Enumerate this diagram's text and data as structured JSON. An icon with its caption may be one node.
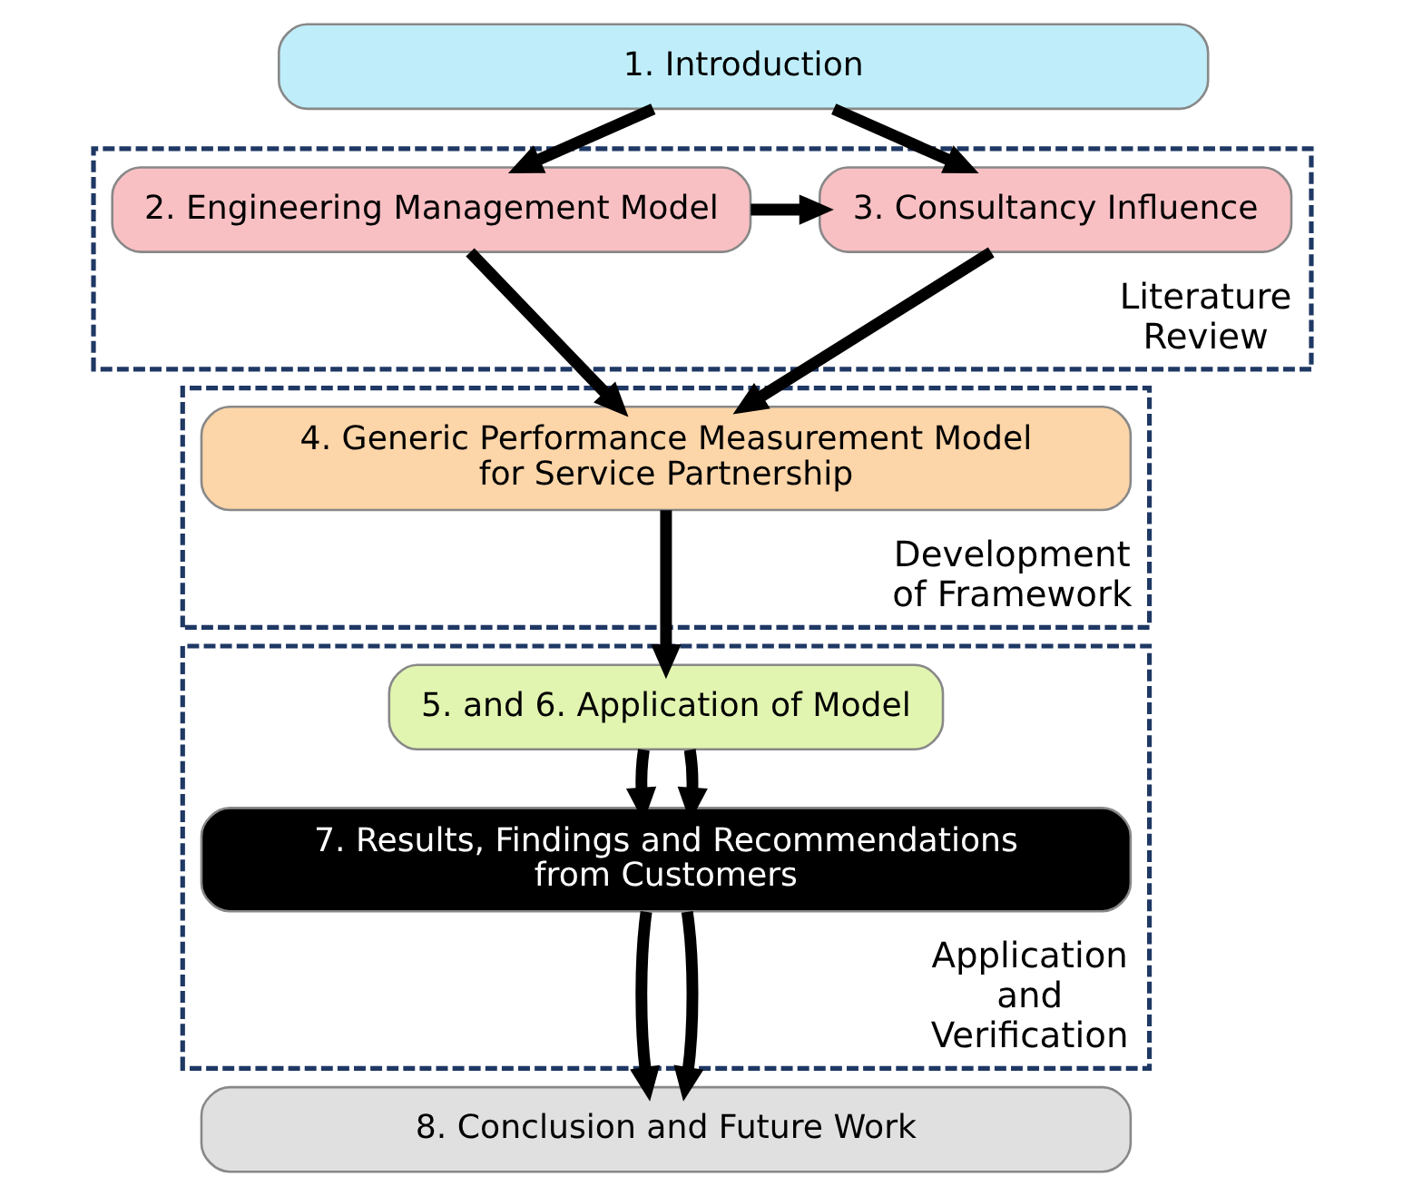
{
  "diagram": {
    "nodes": [
      {
        "text": [
          "1. Introduction"
        ]
      },
      {
        "text": [
          "Literature Review"
        ]
      },
      {
        "text": [
          "2. Engineering Management Model"
        ],
        "in": 1
      },
      {
        "text": [
          "3. Consultancy Influence"
        ],
        "in": 1
      },
      {
        "text": [
          "Development of Framework"
        ]
      },
      {
        "text": [
          "4. Generic Performance Measurement Model for Service Partnership"
        ],
        "in": 4
      },
      {
        "text": [
          "Application and Verification"
        ]
      },
      {
        "text": [
          "5. and 6. Application of Model"
        ],
        "in": 6
      },
      {
        "text": [
          "7. Results, Findings and Recommendations from Customers"
        ],
        "in": 6
      },
      {
        "text": [
          "8. Conclusion and Future Work"
        ]
      }
    ],
    "edges": [
      {
        "from": 0,
        "to": 2,
        "arrow": "to"
      },
      {
        "from": 0,
        "to": 3,
        "arrow": "to"
      },
      {
        "from": 2,
        "to": 3,
        "arrow": "to"
      },
      {
        "from": 2,
        "to": 5,
        "arrow": "to"
      },
      {
        "from": 3,
        "to": 5,
        "arrow": "to"
      },
      {
        "from": 5,
        "to": 7,
        "arrow": "to"
      },
      {
        "from": 7,
        "to": 8,
        "arrow": "to"
      },
      {
        "from": 7,
        "to": 8,
        "arrow": "to"
      },
      {
        "from": 8,
        "to": 9,
        "arrow": "to"
      },
      {
        "from": 8,
        "to": 9,
        "arrow": "to"
      }
    ]
  }
}
